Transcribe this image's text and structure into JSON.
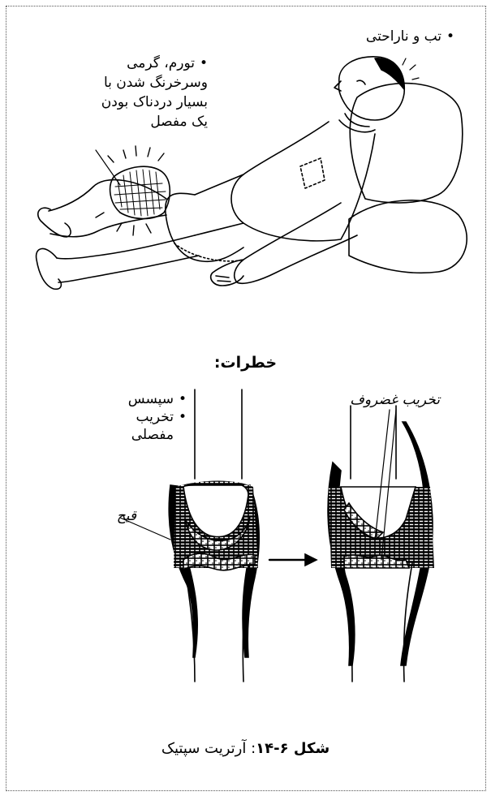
{
  "symptoms": {
    "fever": "تب و ناراحتی",
    "swelling": [
      "تورم، گرمی",
      "وسرخرنگ شدن با",
      "بسیار دردناک بودن",
      "یک مفصل"
    ]
  },
  "risks": {
    "heading": "خطرات:",
    "items": [
      "سپسس",
      "تخریب مفصلی"
    ]
  },
  "labels": {
    "pus": "قیح",
    "cartilage_destruction": "تخریب غضروف"
  },
  "caption": {
    "figure_number": "شکل ۶-۱۴",
    "separator": ": ",
    "title": "آرتریت سپتیک"
  }
}
